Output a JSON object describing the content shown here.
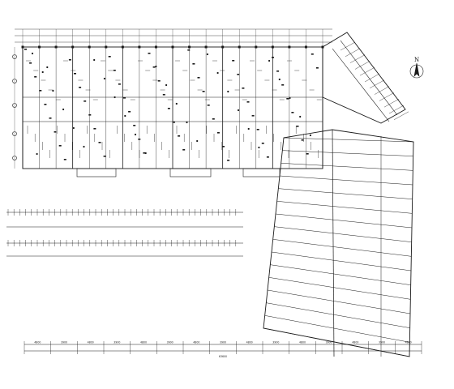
{
  "drawing": {
    "north_label": "N",
    "bottom_dimensions": [
      "4800",
      "3900",
      "4800",
      "3900",
      "4800",
      "3900",
      "4800",
      "3900",
      "4800",
      "3900",
      "4800",
      "3900",
      "4800",
      "3900",
      "4800"
    ],
    "bottom_total": "63600",
    "colors": {
      "ink": "#1a1a1a",
      "paper": "#ffffff"
    }
  }
}
